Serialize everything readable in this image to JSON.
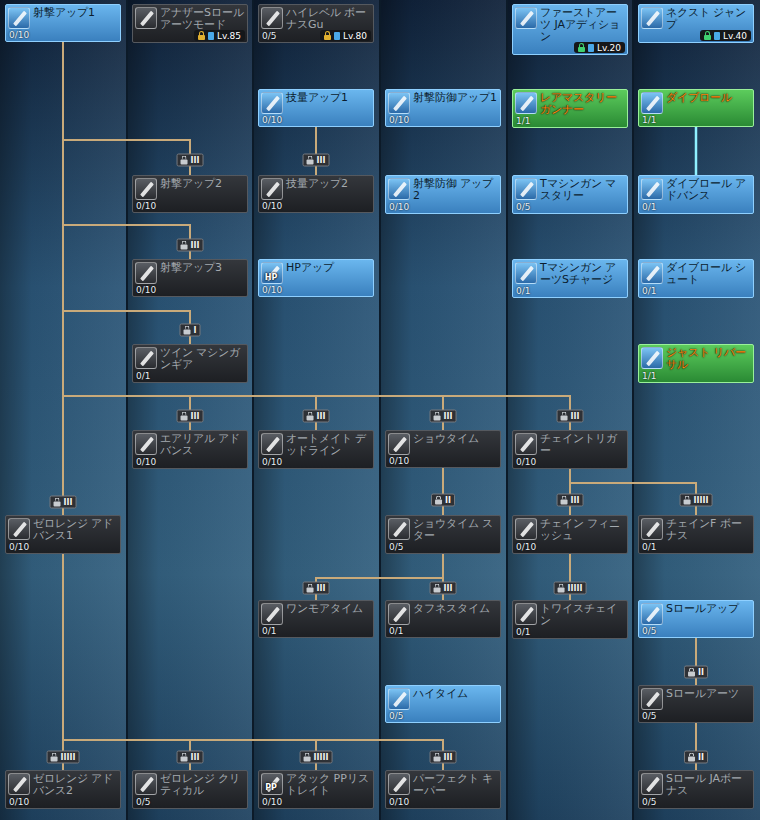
{
  "diagram": {
    "nodes": [
      {
        "text": [
          "射撃アップ1",
          "0/10"
        ]
      },
      {
        "text": [
          "アナザーSロール アーツモード",
          "Lv.85"
        ]
      },
      {
        "text": [
          "ハイレベル ボーナスGu",
          "0/5",
          "Lv.80"
        ]
      },
      {
        "text": [
          "ファーストアーツ JAアディション",
          "Lv.20"
        ]
      },
      {
        "text": [
          "ネクスト ジャンプ",
          "Lv.40"
        ]
      },
      {
        "text": [
          "技量アップ1",
          "0/10"
        ]
      },
      {
        "text": [
          "射撃防御アップ1",
          "0/10"
        ]
      },
      {
        "text": [
          "レアマスタリー ガンナー",
          "1/1"
        ]
      },
      {
        "text": [
          "ダイブロール",
          "1/1"
        ]
      },
      {
        "text": [
          "射撃アップ2",
          "0/10"
        ]
      },
      {
        "text": [
          "技量アップ2",
          "0/10"
        ]
      },
      {
        "text": [
          "射撃防御 アップ2",
          "0/10"
        ]
      },
      {
        "text": [
          "Tマシンガン マスタリー",
          "0/5"
        ]
      },
      {
        "text": [
          "ダイブロール アドバンス",
          "0/1"
        ]
      },
      {
        "text": [
          "射撃アップ3",
          "0/10"
        ]
      },
      {
        "text": [
          "HPアップ",
          "0/10"
        ]
      },
      {
        "text": [
          "Tマシンガン アーツSチャージ",
          "0/1"
        ]
      },
      {
        "text": [
          "ダイブロール シュート",
          "0/1"
        ]
      },
      {
        "text": [
          "ツイン マシンガンギア",
          "0/1"
        ]
      },
      {
        "text": [
          "ジャスト リバーサル",
          "1/1"
        ]
      },
      {
        "text": [
          "エアリアル アドバンス",
          "0/10"
        ]
      },
      {
        "text": [
          "オートメイト デッドライン",
          "0/10"
        ]
      },
      {
        "text": [
          "ショウタイム",
          "0/10"
        ]
      },
      {
        "text": [
          "チェイントリガー",
          "0/10"
        ]
      },
      {
        "text": [
          "ゼロレンジ アドバンス1",
          "0/10"
        ]
      },
      {
        "text": [
          "ショウタイム スター",
          "0/5"
        ]
      },
      {
        "text": [
          "チェイン フィニッシュ",
          "0/10"
        ]
      },
      {
        "text": [
          "チェインF ボーナス",
          "0/1"
        ]
      },
      {
        "text": [
          "ワンモアタイム",
          "0/1"
        ]
      },
      {
        "text": [
          "タフネスタイム",
          "0/1"
        ]
      },
      {
        "text": [
          "トワイスチェイン",
          "0/1"
        ]
      },
      {
        "text": [
          "Sロールアップ",
          "0/5"
        ]
      },
      {
        "text": [
          "ハイタイム",
          "0/5"
        ]
      },
      {
        "text": [
          "Sロールアーツ",
          "0/5"
        ]
      },
      {
        "text": [
          "ゼロレンジ アドバンス2",
          "0/10"
        ]
      },
      {
        "text": [
          "ゼロレンジ クリティカル",
          "0/5"
        ]
      },
      {
        "text": [
          "アタック PPリストレイト",
          "0/10"
        ]
      },
      {
        "text": [
          "パーフェクト キーパー",
          "0/10"
        ]
      },
      {
        "text": [
          "Sロール JAボーナス",
          "0/5"
        ]
      }
    ],
    "edges": [
      {
        "from": 0,
        "to": 9,
        "arrow": "none"
      },
      {
        "from": 0,
        "to": 14,
        "arrow": "none"
      },
      {
        "from": 0,
        "to": 18,
        "arrow": "none"
      },
      {
        "from": 0,
        "to": 20,
        "arrow": "none"
      },
      {
        "from": 0,
        "to": 21,
        "arrow": "none"
      },
      {
        "from": 0,
        "to": 22,
        "arrow": "none"
      },
      {
        "from": 0,
        "to": 23,
        "arrow": "none"
      },
      {
        "from": 0,
        "to": 24,
        "arrow": "none"
      },
      {
        "from": 5,
        "to": 10,
        "arrow": "none"
      },
      {
        "from": 8,
        "to": 13,
        "arrow": "none"
      },
      {
        "from": 22,
        "to": 25,
        "arrow": "none"
      },
      {
        "from": 25,
        "to": 28,
        "arrow": "none"
      },
      {
        "from": 25,
        "to": 29,
        "arrow": "none"
      },
      {
        "from": 23,
        "to": 26,
        "arrow": "none"
      },
      {
        "from": 23,
        "to": 27,
        "arrow": "none"
      },
      {
        "from": 26,
        "to": 30,
        "arrow": "none"
      },
      {
        "from": 31,
        "to": 33,
        "arrow": "none"
      },
      {
        "from": 33,
        "to": 38,
        "arrow": "none"
      },
      {
        "from": 24,
        "to": 34,
        "arrow": "none"
      },
      {
        "from": 24,
        "to": 35,
        "arrow": "none"
      },
      {
        "from": 24,
        "to": 36,
        "arrow": "none"
      },
      {
        "from": 24,
        "to": 37,
        "arrow": "none"
      }
    ],
    "labels": [
      "III",
      "III",
      "III",
      "I",
      "III",
      "III",
      "III",
      "III",
      "III",
      "II",
      "III",
      "IIIII",
      "III",
      "III",
      "IIIII",
      "II",
      "IIIII",
      "III",
      "IIIII",
      "III",
      "II",
      "HP",
      "PP"
    ]
  }
}
